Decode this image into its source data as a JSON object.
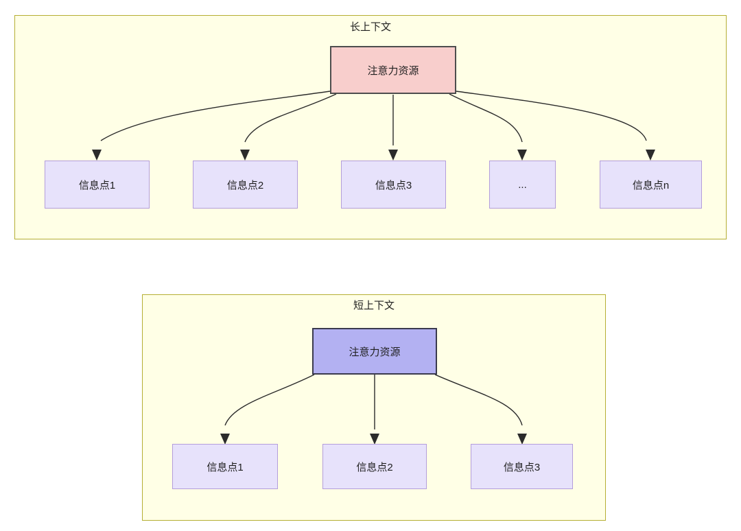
{
  "diagram": {
    "title_long": "长上下文",
    "title_short": "短上下文",
    "palette": {
      "container_fill": "#ffffe6",
      "container_border": "#b5ae32",
      "attention_long_fill": "#f8cecc",
      "attention_long_border": "#4d4d4d",
      "attention_short_fill": "#b3b1f2",
      "attention_short_border": "#3a3a4d",
      "info_fill": "#e7e2fb",
      "info_border": "#b39ddb",
      "edge_stroke": "#2b2b2b",
      "text_color": "#1f1f1f",
      "page_background": "#ffffff"
    },
    "sections": [
      {
        "name": "long-context",
        "title": "长上下文",
        "root": {
          "label": "注意力资源"
        },
        "children": [
          {
            "label": "信息点1"
          },
          {
            "label": "信息点2"
          },
          {
            "label": "信息点3"
          },
          {
            "label": "..."
          },
          {
            "label": "信息点n"
          }
        ]
      },
      {
        "name": "short-context",
        "title": "短上下文",
        "root": {
          "label": "注意力资源"
        },
        "children": [
          {
            "label": "信息点1"
          },
          {
            "label": "信息点2"
          },
          {
            "label": "信息点3"
          }
        ]
      }
    ]
  }
}
